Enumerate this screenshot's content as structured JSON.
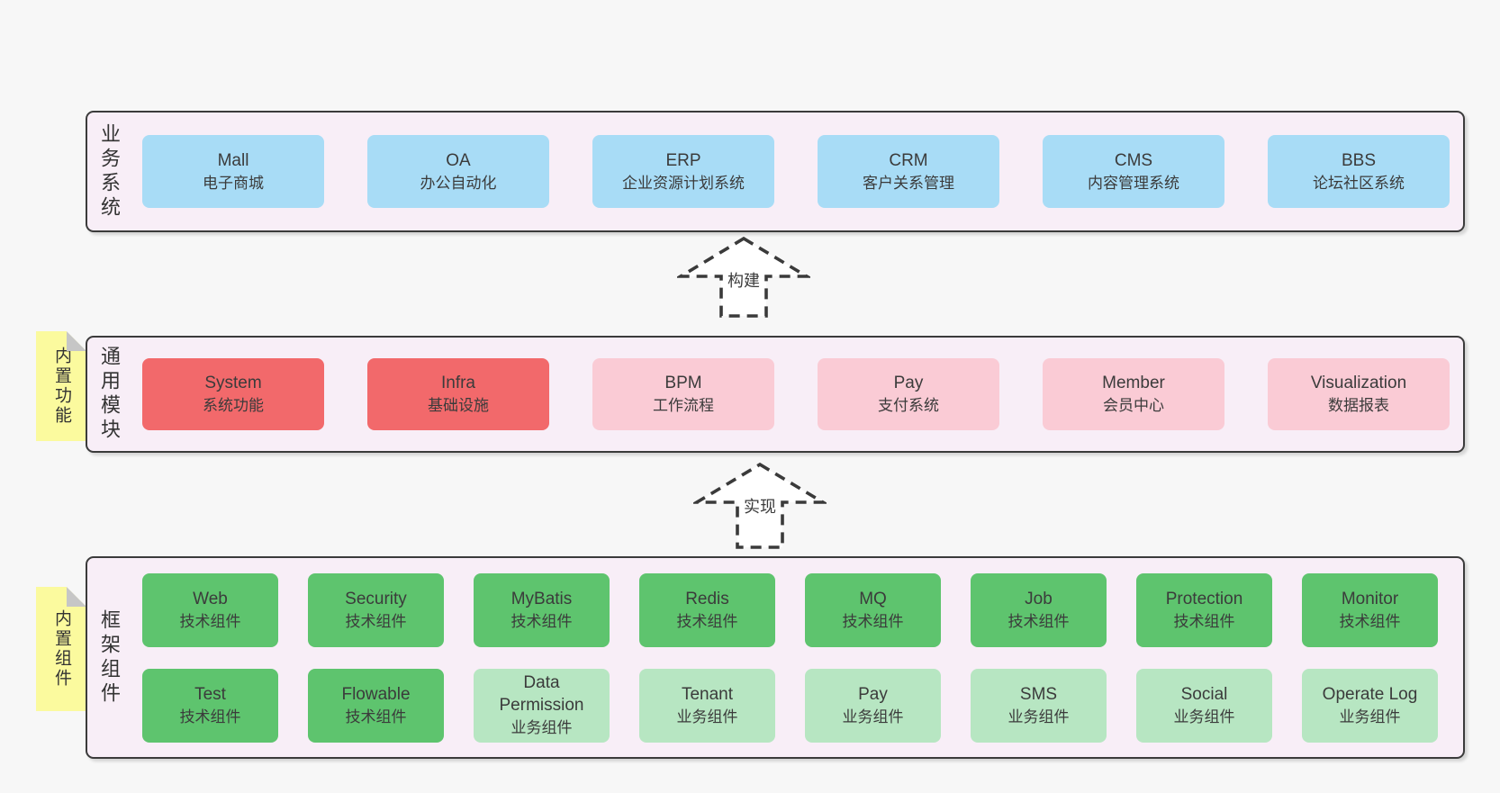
{
  "colors": {
    "page_bg": "#f7f7f7",
    "panel_bg": "#f8eef7",
    "panel_border": "#3b3b3b",
    "blue": "#a8dcf6",
    "red": "#f2696b",
    "pink": "#facbd5",
    "green": "#5ec46e",
    "light_green": "#b7e6c2",
    "yellow": "#fbfa9e",
    "text": "#3b3b3b"
  },
  "arrows": [
    {
      "label": "构建"
    },
    {
      "label": "实现"
    }
  ],
  "sections": [
    {
      "label": "业务系统",
      "boxes": [
        {
          "title": "Mall",
          "subtitle": "电子商城"
        },
        {
          "title": "OA",
          "subtitle": "办公自动化"
        },
        {
          "title": "ERP",
          "subtitle": "企业资源计划系统"
        },
        {
          "title": "CRM",
          "subtitle": "客户关系管理"
        },
        {
          "title": "CMS",
          "subtitle": "内容管理系统"
        },
        {
          "title": "BBS",
          "subtitle": "论坛社区系统"
        }
      ]
    },
    {
      "label": "通用模块",
      "tab": "内置功能",
      "boxes": [
        {
          "title": "System",
          "subtitle": "系统功能"
        },
        {
          "title": "Infra",
          "subtitle": "基础设施"
        },
        {
          "title": "BPM",
          "subtitle": "工作流程"
        },
        {
          "title": "Pay",
          "subtitle": "支付系统"
        },
        {
          "title": "Member",
          "subtitle": "会员中心"
        },
        {
          "title": "Visualization",
          "subtitle": "数据报表"
        }
      ]
    },
    {
      "label": "框架组件",
      "tab": "内置组件",
      "rows": [
        [
          {
            "title": "Web",
            "subtitle": "技术组件"
          },
          {
            "title": "Security",
            "subtitle": "技术组件"
          },
          {
            "title": "MyBatis",
            "subtitle": "技术组件"
          },
          {
            "title": "Redis",
            "subtitle": "技术组件"
          },
          {
            "title": "MQ",
            "subtitle": "技术组件"
          },
          {
            "title": "Job",
            "subtitle": "技术组件"
          },
          {
            "title": "Protection",
            "subtitle": "技术组件"
          },
          {
            "title": "Monitor",
            "subtitle": "技术组件"
          }
        ],
        [
          {
            "title": "Test",
            "subtitle": "技术组件"
          },
          {
            "title": "Flowable",
            "subtitle": "技术组件"
          },
          {
            "title": "Data Permission",
            "subtitle": "业务组件"
          },
          {
            "title": "Tenant",
            "subtitle": "业务组件"
          },
          {
            "title": "Pay",
            "subtitle": "业务组件"
          },
          {
            "title": "SMS",
            "subtitle": "业务组件"
          },
          {
            "title": "Social",
            "subtitle": "业务组件"
          },
          {
            "title": "Operate Log",
            "subtitle": "业务组件"
          }
        ]
      ]
    }
  ]
}
